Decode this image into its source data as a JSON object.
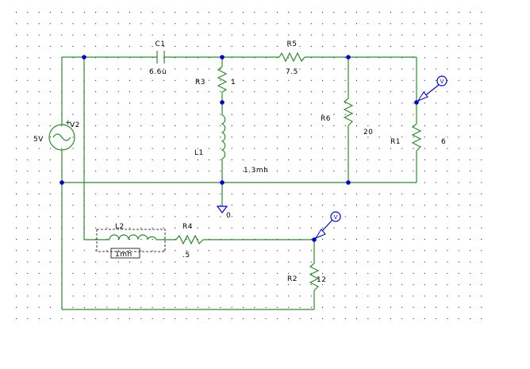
{
  "colors": {
    "wire": "#2e8b2e",
    "node": "#0000cc",
    "text": "#000000",
    "grid_dot": "#000000"
  },
  "components": {
    "C1": {
      "name": "C1",
      "value": "6.6u"
    },
    "R5": {
      "name": "R5",
      "value": "7.5"
    },
    "R3": {
      "name": "R3",
      "value": "1"
    },
    "L1": {
      "name": "L1",
      "value": "1.3mh"
    },
    "R6": {
      "name": "R6",
      "value": "20"
    },
    "R1": {
      "name": "R1",
      "value": "6"
    },
    "V2": {
      "name": "V2",
      "value": "5V"
    },
    "L2": {
      "name": "L2",
      "value": "1mh"
    },
    "R4": {
      "name": "R4",
      "value": ".5"
    },
    "R2": {
      "name": "R2",
      "value": "12"
    }
  },
  "ground_label": "0",
  "probe_label": "V"
}
